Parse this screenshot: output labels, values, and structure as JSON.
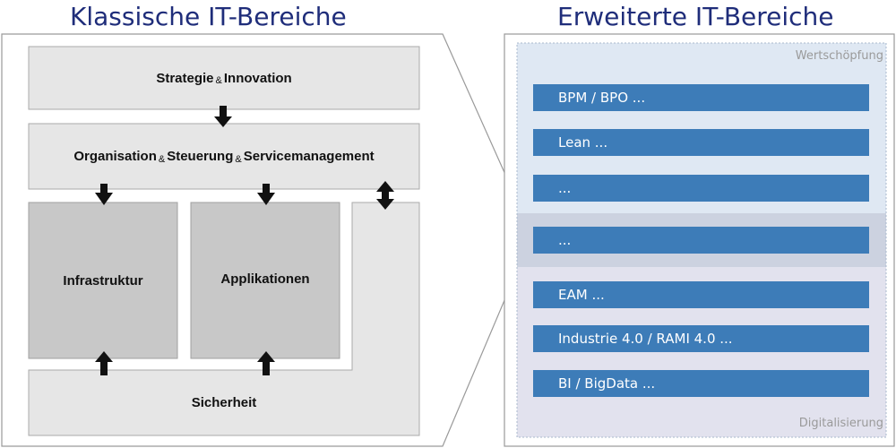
{
  "left_title": "Klassische IT-Bereiche",
  "right_title": "Erweiterte IT-Bereiche",
  "ampersand": "&",
  "classic": {
    "strategie": "Strategie",
    "innovation": "Innovation",
    "organisation": "Organisation",
    "steuerung": "Steuerung",
    "servicemanagement": "Servicemanagement",
    "infrastruktur": "Infrastruktur",
    "applikationen": "Applikationen",
    "sicherheit": "Sicherheit"
  },
  "extended": {
    "top_label": "Wertschöpfung",
    "bottom_label": "Digitalisierung",
    "items": [
      "BPM / BPO ...",
      "Lean ...",
      "...",
      "...",
      "EAM ...",
      "Industrie 4.0 / RAMI 4.0  ...",
      "BI / BigData ..."
    ]
  },
  "colors": {
    "heading": "#1f2d7a",
    "bar": "#3d7cb8",
    "box_light": "#e6e6e6",
    "box_dark": "#c8c8c8",
    "top_band": "#dfe8f3",
    "middle_band": "#ccd2e0",
    "bottom_band": "#e2e2ee"
  }
}
